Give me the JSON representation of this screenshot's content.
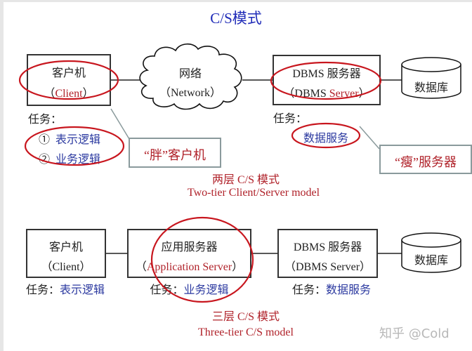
{
  "title": "C/S模式",
  "two_tier": {
    "client": {
      "label": "客户机",
      "sublabel_open": "（",
      "sublabel": "Client",
      "sublabel_close": "）"
    },
    "network": {
      "label": "网络",
      "sublabel": "（Network）"
    },
    "dbms": {
      "label": "DBMS 服务器",
      "sublabel_prefix": "（DBMS ",
      "sublabel_red": "Server",
      "sublabel_close": "）"
    },
    "database": {
      "label": "数据库"
    },
    "client_tasks": {
      "heading": "任务：",
      "items": [
        {
          "marker": "①",
          "text": "表示逻辑"
        },
        {
          "marker": "②",
          "text": "业务逻辑"
        }
      ]
    },
    "server_tasks": {
      "heading": "任务：",
      "items": [
        {
          "text": "数据服务"
        }
      ]
    },
    "fat_client_callout": "“胖”客户机",
    "thin_server_callout": "“瘦”服务器",
    "caption_cn": "两层 C/S 模式",
    "caption_en": "Two-tier Client/Server model"
  },
  "three_tier": {
    "client": {
      "label": "客户机",
      "sublabel": "（Client）",
      "task_label": "任务：",
      "task": "表示逻辑"
    },
    "app_server": {
      "label": "应用服务器",
      "sublabel_open": "（",
      "sublabel": "Application Server",
      "sublabel_close": "）",
      "task_label": "任务：",
      "task": "业务逻辑"
    },
    "dbms": {
      "label": "DBMS 服务器",
      "sublabel": "（DBMS Server）",
      "task_label": "任务：",
      "task": "数据服务"
    },
    "database": {
      "label": "数据库"
    },
    "caption_cn": "三层 C/S 模式",
    "caption_en": "Three-tier C/S model"
  },
  "watermark": "知乎 @Cold",
  "colors": {
    "title": "#1f2bb8",
    "highlight_red": "#b0222a",
    "task_blue": "#2c3aa0",
    "ellipse": "#c8161e",
    "callout_border": "#8a9a9c"
  }
}
